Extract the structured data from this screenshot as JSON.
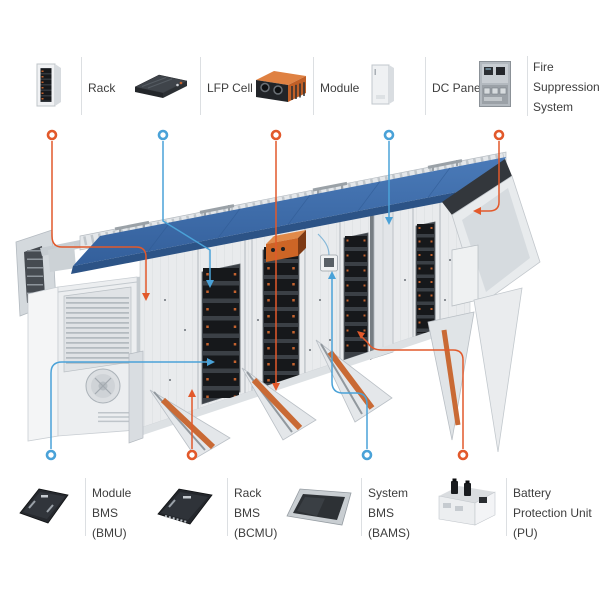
{
  "title": "Battery energy storage system component diagram",
  "colors": {
    "orange": "#e2592b",
    "blue": "#4aa2d8",
    "roof_blue": "#3a6cab",
    "label_text": "#3d3d3d"
  },
  "legend_top": {
    "items": [
      {
        "id": "rack",
        "label": "Rack",
        "marker_color": "orange"
      },
      {
        "id": "lfp-cell",
        "label": "LFP Cell",
        "marker_color": "blue"
      },
      {
        "id": "module",
        "label": "Module",
        "marker_color": "orange"
      },
      {
        "id": "dc-panel",
        "label": "DC Panel",
        "marker_color": "blue"
      },
      {
        "id": "fire-suppression-system",
        "label": "Fire Suppression System",
        "marker_color": "orange"
      }
    ]
  },
  "legend_bottom": {
    "items": [
      {
        "id": "module-bms",
        "label": "Module BMS (BMU)",
        "marker_color": "blue"
      },
      {
        "id": "rack-bms",
        "label": "Rack BMS (BCMU)",
        "marker_color": "orange"
      },
      {
        "id": "system-bms",
        "label": "System BMS (BAMS)",
        "marker_color": "blue"
      },
      {
        "id": "battery-protection-unit",
        "label": "Battery Protection Unit (PU)",
        "marker_color": "orange"
      }
    ]
  }
}
